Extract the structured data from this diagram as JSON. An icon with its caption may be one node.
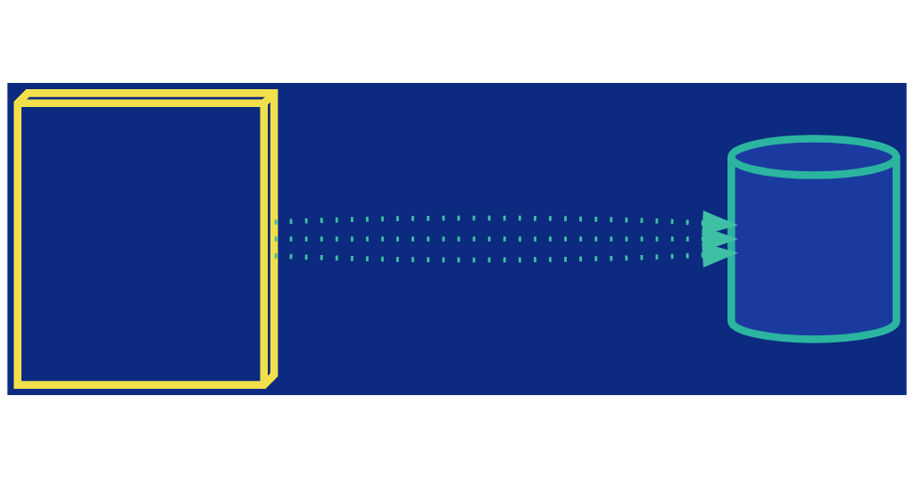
{
  "diagram": {
    "nodes": [
      {
        "text": [],
        "shape": "building"
      },
      {
        "text": [],
        "shape": "cloud"
      }
    ],
    "edges": [
      {
        "from": 0,
        "to": 1,
        "arrow": "to",
        "style": "dashed"
      },
      {
        "from": 0,
        "to": 1,
        "arrow": "to",
        "style": "dashed"
      },
      {
        "from": 0,
        "to": 1,
        "arrow": "to",
        "style": "dashed"
      }
    ]
  }
}
